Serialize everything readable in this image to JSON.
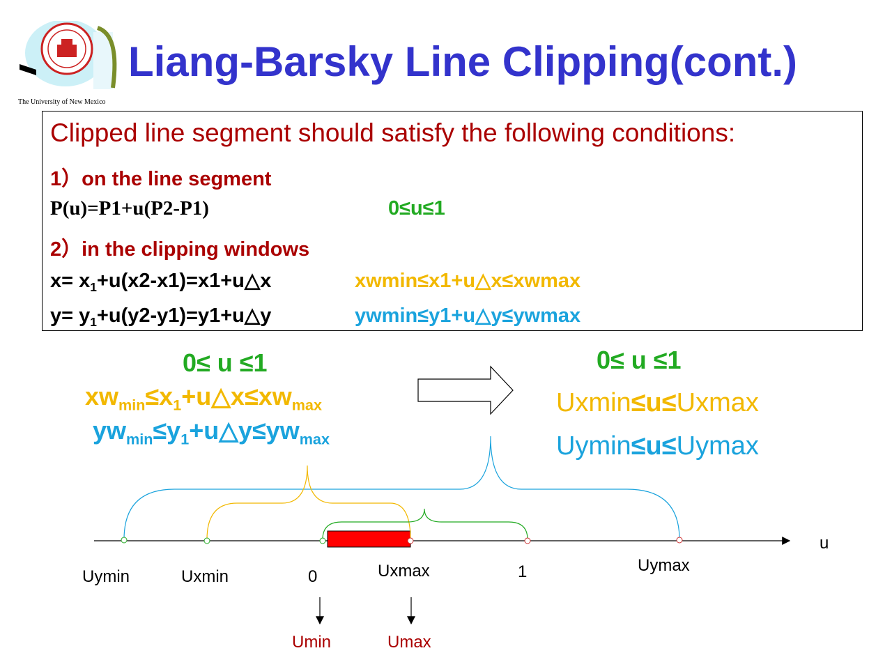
{
  "header": {
    "title": "Liang-Barsky Line Clipping(cont.)",
    "logo_caption": "The University of New Mexico"
  },
  "conditions": {
    "intro": "Clipped line segment should satisfy the following conditions:",
    "item1": "1）on the line segment",
    "param_eq": "P(u)=P1+u(P2-P1)",
    "param_range": "0≤u≤1",
    "item2": "2）in the clipping windows",
    "x_eq_a": "x= x",
    "x_eq_sub": "1",
    "x_eq_b": "+u(x2-x1)=x1+u△x",
    "x_range": "xwmin≤x1+u△x≤xwmax",
    "y_eq_a": "y= y",
    "y_eq_sub": "1",
    "y_eq_b": "+u(y2-y1)=y1+u△y",
    "y_range": "ywmin≤y1+u△y≤ywmax"
  },
  "left_formula": {
    "u_range": "0≤ u ≤1",
    "x_p1": "xw",
    "x_s1": "min",
    "x_p2": "≤x",
    "x_s2": "1",
    "x_p3": "+u△x≤xw",
    "x_s3": "max",
    "y_p1": "yw",
    "y_s1": "min",
    "y_p2": "≤y",
    "y_s2": "1",
    "y_p3": "+u△y≤yw",
    "y_s3": "max"
  },
  "right_formula": {
    "u_range": "0≤ u ≤1",
    "x_a": "Uxmin",
    "x_b": "≤u≤",
    "x_c": "Uxmax",
    "y_a": "Uymin",
    "y_b": "≤u≤",
    "y_c": "Uymax"
  },
  "axis": {
    "var_label": "u",
    "labels": [
      "Uymin",
      "Uxmin",
      "0",
      "Uxmax",
      "1",
      "Uymax"
    ],
    "umin": "Umin",
    "umax": "Umax"
  },
  "colors": {
    "title": "#3333cc",
    "green": "#22aa22",
    "yellow": "#f2b800",
    "blue": "#1aa3dd",
    "red": "#aa0000",
    "segment": "#ff0000"
  }
}
